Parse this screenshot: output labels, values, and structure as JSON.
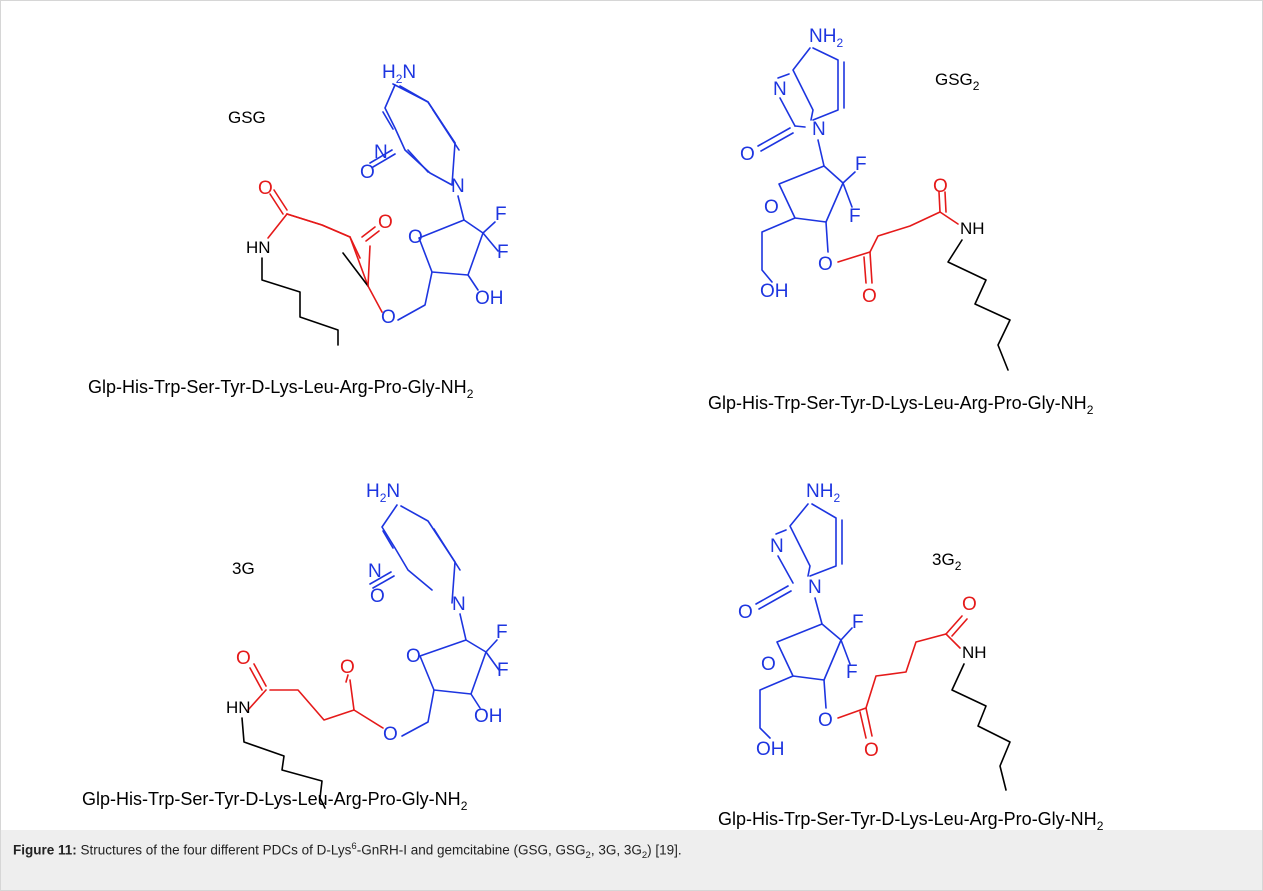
{
  "figure": {
    "labels": {
      "gsg": "GSG",
      "gsg2_main": "GSG",
      "gsg2_sub": "2",
      "g3": "3G",
      "g32_main": "3G",
      "g32_sub": "2"
    },
    "peptide": {
      "text": "Glp-His-Trp-Ser-Tyr-D-Lys-Leu-Arg-Pro-Gly-NH",
      "sub": "2"
    },
    "atoms": {
      "nh2_h": "H",
      "nh2_sub": "2",
      "nh2_n": "N",
      "n": "N",
      "o": "O",
      "f": "F",
      "oh": "OH",
      "hn": "HN",
      "nh": "NH"
    },
    "colors": {
      "nucleoside": "#1d35e0",
      "linker": "#e51a1a",
      "peptide": "#000000",
      "caption_bg": "#eeeeee"
    }
  },
  "caption": {
    "label": "Figure 11:",
    "t1": " Structures of the four different PDCs of D-Lys",
    "sup": "6",
    "t2": "-GnRH-I and gemcitabine (GSG, GSG",
    "sub1": "2",
    "t3": ", 3G, 3G",
    "sub2": "2",
    "t4": ") [19]."
  }
}
